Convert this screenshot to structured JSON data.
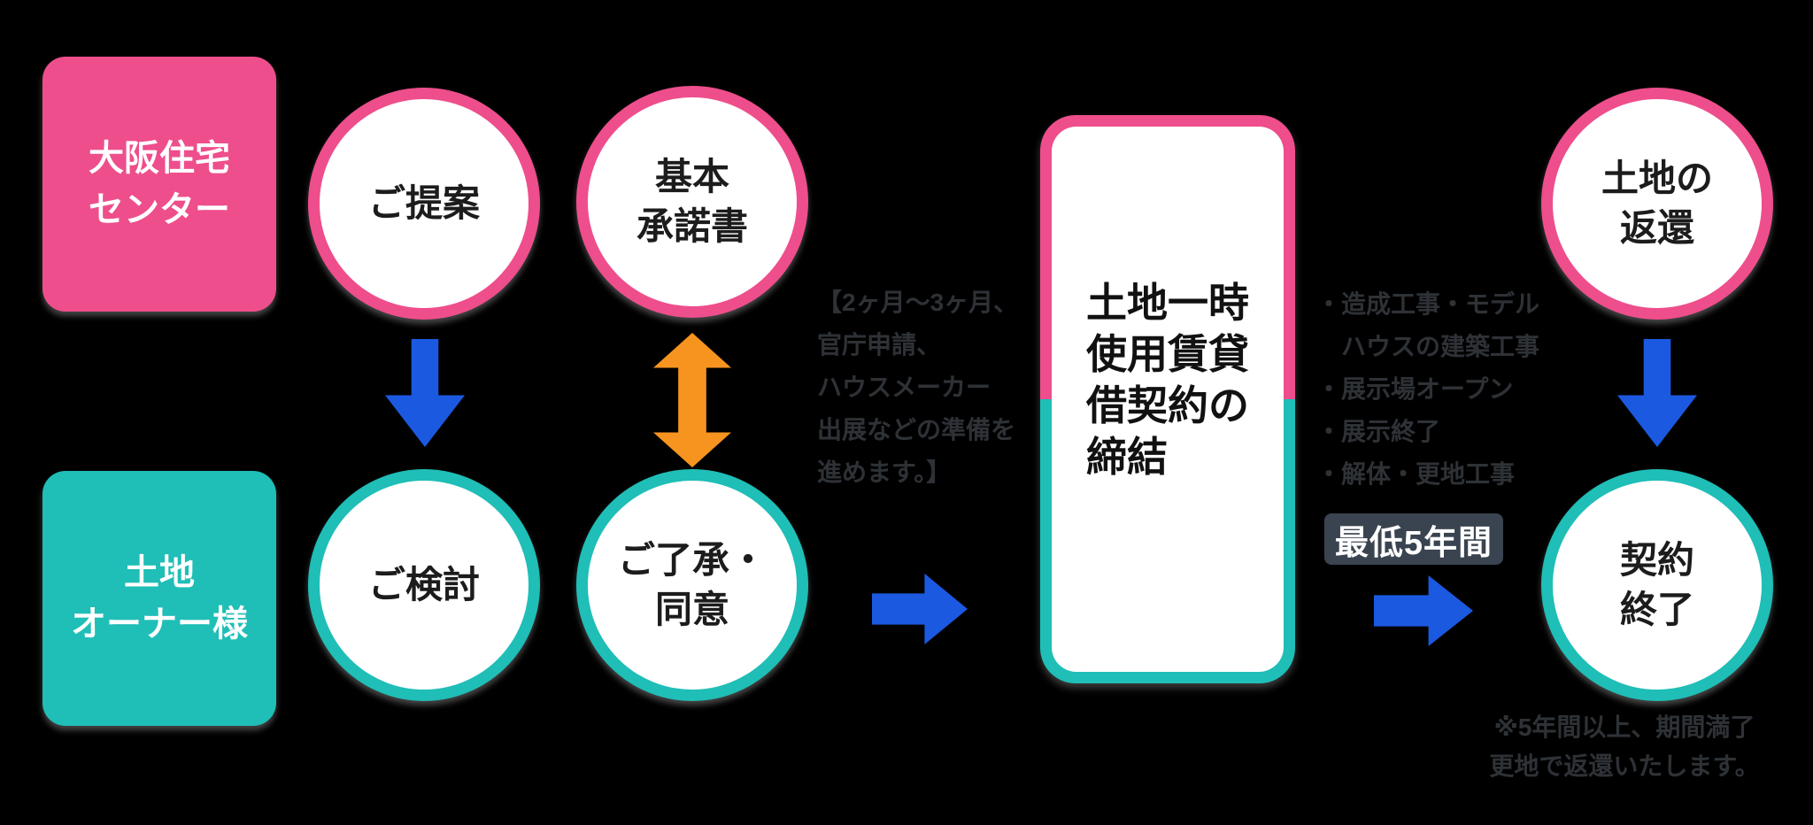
{
  "palette": {
    "pink": "#EE4E8C",
    "teal": "#1FBEB7",
    "blue": "#1B59E0",
    "orange": "#F79420",
    "badge_bg": "#3A4450",
    "note_text": "#2E3236",
    "white": "#FFFFFF"
  },
  "actors": {
    "top": {
      "line1": "大阪住宅",
      "line2": "センター"
    },
    "bottom": {
      "line1": "土地",
      "line2": "オーナー様"
    }
  },
  "steps": {
    "proposal": {
      "line1": "ご提案"
    },
    "basic_consent": {
      "line1": "基本",
      "line2": "承諾書"
    },
    "consideration": {
      "line1": "ご検討"
    },
    "agreement": {
      "line1": "ご了承・",
      "line2": "同意"
    },
    "land_return": {
      "line1": "土地の",
      "line2": "返還"
    },
    "contract_end": {
      "line1": "契約",
      "line2": "終了"
    }
  },
  "contract_box": {
    "line1": "土地一時",
    "line2": "使用賃貸",
    "line3": "借契約の",
    "line4": "締結"
  },
  "badge": {
    "label": "最低5年間"
  },
  "notes": {
    "preparation": {
      "line1": "【2ヶ月〜3ヶ月、",
      "line2": "官庁申請、",
      "line3": "ハウスメーカー",
      "line4": "出展などの準備を",
      "line5": "進めます。】"
    },
    "operation": {
      "line1": "・造成工事・モデル",
      "line2": "　ハウスの建築工事",
      "line3": "・展示場オープン",
      "line4": "・展示終了",
      "line5": "・解体・更地工事"
    },
    "return_note": {
      "line1": "※5年間以上、期間満了",
      "line2": "更地で返還いたします。"
    }
  }
}
